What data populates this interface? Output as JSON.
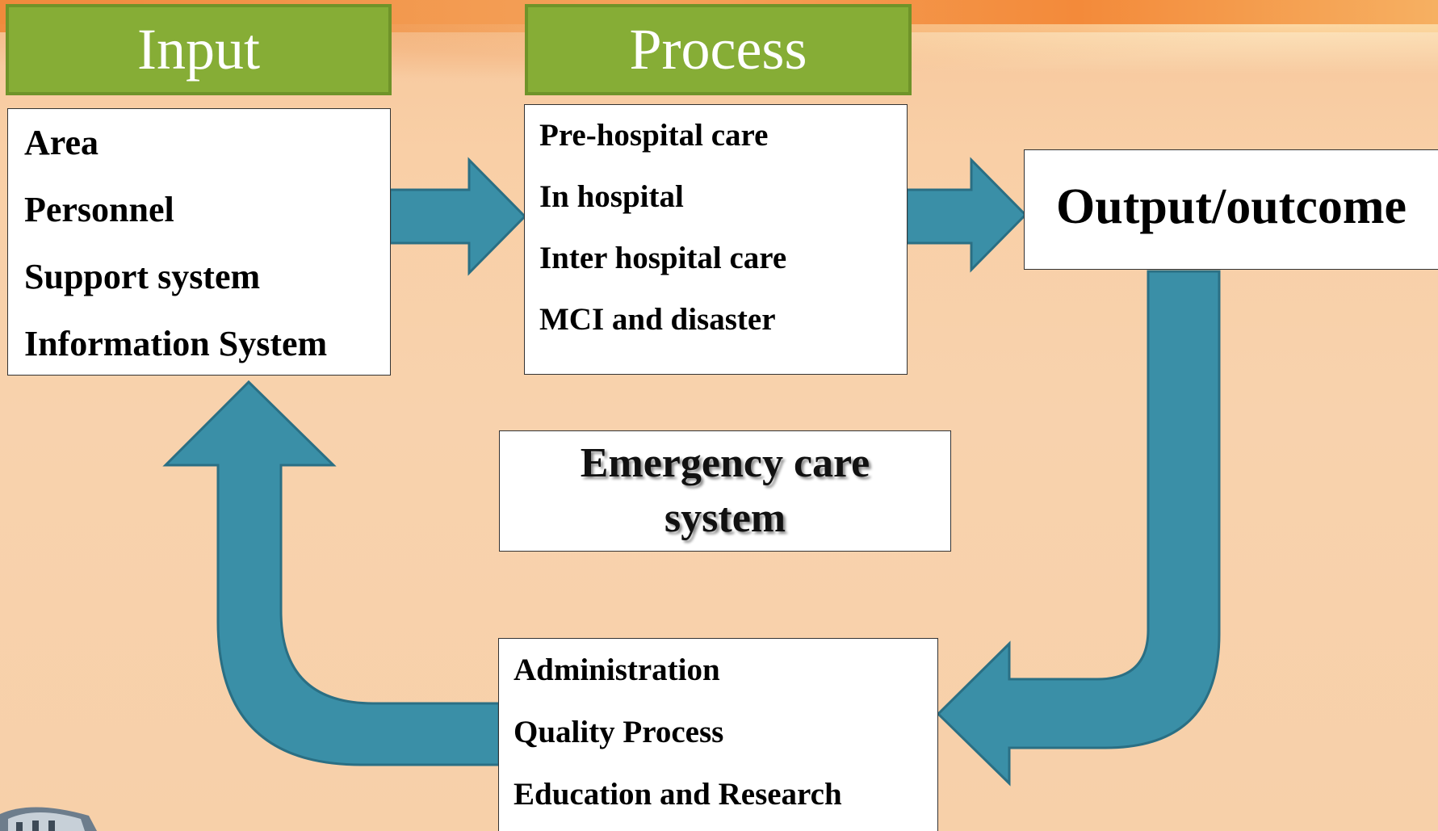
{
  "headers": {
    "input": "Input",
    "process": "Process"
  },
  "input_items": [
    "Area",
    "Personnel",
    "Support system",
    "Information System"
  ],
  "process_items": [
    "Pre-hospital care",
    "In hospital",
    "Inter hospital care",
    "MCI and disaster"
  ],
  "output_label": "Output/outcome",
  "center_label": {
    "line1": "Emergency care",
    "line2": "system"
  },
  "feedback_items": [
    "Administration",
    "Quality Process",
    "Education and Research"
  ],
  "colors": {
    "header_green": "#86ad36",
    "arrow_teal": "#3a8fa7",
    "arrow_outline": "#2a6f84",
    "background": "#f8d2ad"
  }
}
